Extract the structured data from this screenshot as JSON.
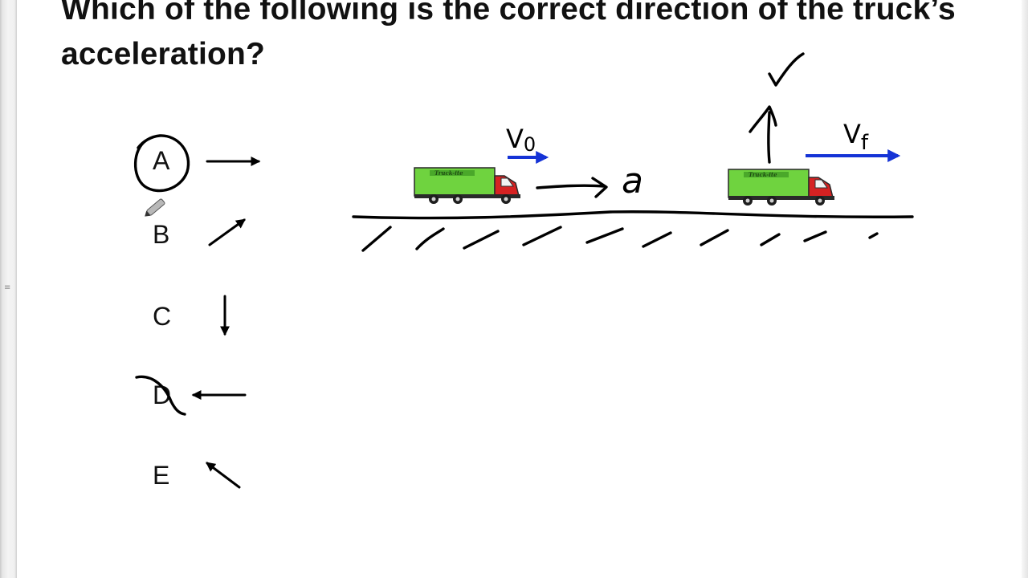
{
  "question": "Which of the following is the correct direction of the truck’s acceleration?",
  "options": [
    {
      "letter": "A",
      "direction": "right",
      "annotation": "circled"
    },
    {
      "letter": "B",
      "direction": "up-right",
      "annotation": "none"
    },
    {
      "letter": "C",
      "direction": "down",
      "annotation": "none"
    },
    {
      "letter": "D",
      "direction": "left",
      "annotation": "crossed-out"
    },
    {
      "letter": "E",
      "direction": "up-left",
      "annotation": "none"
    }
  ],
  "diagram": {
    "initial_velocity_label": "V",
    "initial_velocity_subscript": "0",
    "final_velocity_label": "V",
    "final_velocity_subscript": "f",
    "acceleration_label": "a",
    "truck_logo_text": "Truck-ite",
    "check_mark": "✓",
    "colors": {
      "velocity_arrow": "#1533d6",
      "truck_box": "#6fd33f",
      "truck_cab": "#d62222",
      "ink": "#000000"
    }
  },
  "icons": [
    "pen-cursor-icon",
    "check-mark-icon"
  ]
}
